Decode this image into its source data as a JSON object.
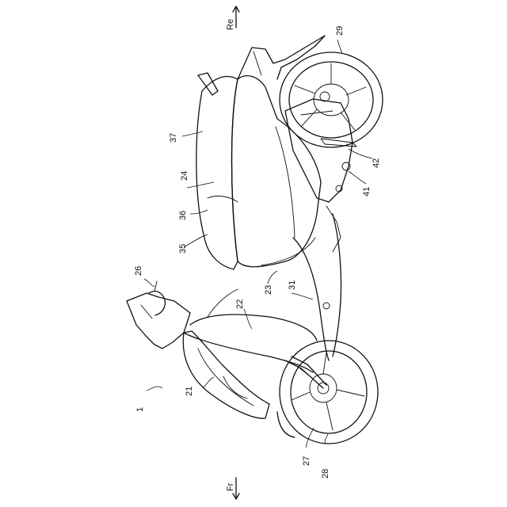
{
  "figure": {
    "direction_rear": "Re",
    "direction_front": "Fr",
    "labels": {
      "l1": "1",
      "l21": "21",
      "l22": "22",
      "l23": "23",
      "l24": "24",
      "l26": "26",
      "l27": "27",
      "l28": "28",
      "l29": "29",
      "l31": "31",
      "l35": "35",
      "l36": "36",
      "l37": "37",
      "l41": "41",
      "l42": "42"
    }
  }
}
